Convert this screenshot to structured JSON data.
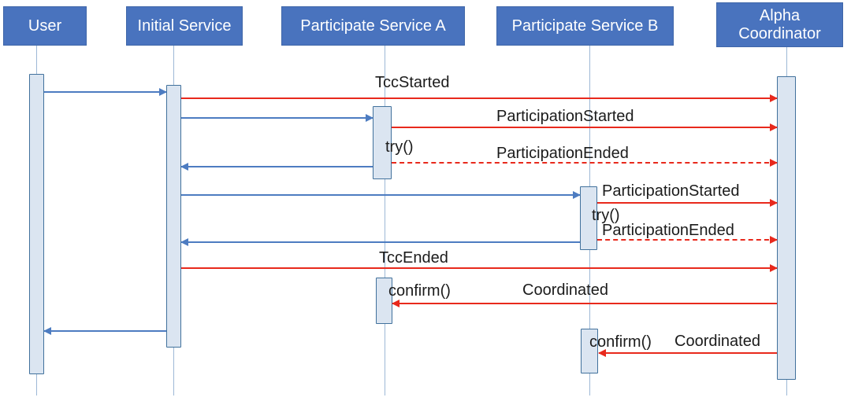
{
  "actors": [
    {
      "id": "user",
      "label": "User"
    },
    {
      "id": "initial-service",
      "label": "Initial Service"
    },
    {
      "id": "participate-service-a",
      "label": "Participate Service A"
    },
    {
      "id": "participate-service-b",
      "label": "Participate Service B"
    },
    {
      "id": "alpha-coordinator",
      "label": "Alpha Coordinator"
    }
  ],
  "messages": {
    "tcc_started": "TccStarted",
    "participation_started": "ParticipationStarted",
    "participation_ended": "ParticipationEnded",
    "tcc_ended": "TccEnded",
    "coordinated": "Coordinated",
    "try_op": "try()",
    "confirm_op": "confirm()"
  },
  "colors": {
    "actor_fill": "#4973BE",
    "actor_text": "#FFFFFF",
    "activation_fill": "#DBE5F1",
    "activation_border": "#41719C",
    "sync_arrow_blue": "#4D7CC1",
    "event_arrow_red": "#E8291C",
    "lifeline": "#9DB8D6",
    "label_text": "#1B1B1B"
  }
}
